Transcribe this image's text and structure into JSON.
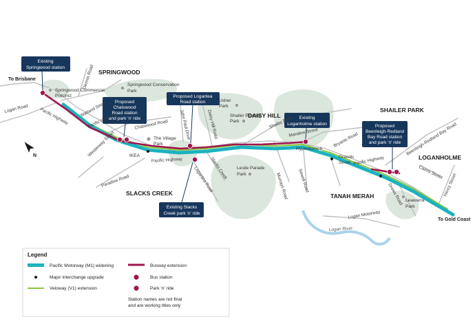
{
  "colors": {
    "motorway": "#1bb3bf",
    "busway": "#a0154f",
    "veloway": "#8cc63f",
    "callout_fill": "#17365c",
    "green_area": "#dbe6dc",
    "river": "#a9d3ea",
    "road": "#bdbdbd"
  },
  "direction_labels": {
    "to_brisbane": "To Brisbane",
    "to_gold_coast": "To Gold Coast"
  },
  "north_arrow": {
    "label": "N",
    "icon": "north-arrow-icon"
  },
  "area_labels": {
    "springwood": "SPRINGWOOD",
    "daisy_hill": "DAISY HILL",
    "shailer_park": "SHAILER PARK",
    "loganholme": "LOGANHOLME",
    "slacks_creek": "SLACKS CREEK",
    "tanah_merah": "TANAH MERAH"
  },
  "callouts": {
    "springwood_station": [
      "Existing",
      "Springwood station"
    ],
    "chatswood": [
      "Proposed",
      "Chatswood",
      "Road station",
      "and park 'n' ride"
    ],
    "loganlea": [
      "Proposed Loganlea",
      "Road station"
    ],
    "loganholme": [
      "Existing",
      "Loganholme station"
    ],
    "beenleigh": [
      "Proposed",
      "Beenleigh-Redland",
      "Bay Road station",
      "and park 'n' ride"
    ],
    "slacks_creek": [
      "Existing Slacks",
      "Creek park 'n' ride"
    ]
  },
  "road_labels": {
    "dennis_road": "Dennis Road",
    "logan_road": "Logan Road",
    "pacific_highway_1": "Pacific Highway",
    "watland_street": "Watland Street",
    "pacific_highway_2": "Pacific Highway",
    "chatswood_road": "Chatswood Road",
    "john_paul_drive": "John Paul Drive",
    "daisy_hill_road": "Daisy Hill Road",
    "shailer_road": "Shailer Road",
    "mandew_street": "Mandew Street",
    "bryants_road": "Bryants Road",
    "beenleigh_redland_bay_road": "Beenleigh-Redland Bay Road",
    "westerway_street": "Westerway Street",
    "pacific_highway_3": "Pacific Highway",
    "paradise_road": "Paradise Road",
    "slacks_creek_road": "Slacks Creek",
    "loganlea_road": "Loganlea Road",
    "murrays_road": "Murrays Road",
    "sewell_road": "Sewell Road",
    "grandis_street": [
      "Grandis",
      "Street"
    ],
    "pacific_highway_4": "Pacific Highway",
    "cairns_street": "Cairns Street",
    "henry_street": "Henry Street",
    "drews_road": "Drews Road",
    "logan_motorway": "Logan Motorway"
  },
  "poi_labels": {
    "springwood_commercial": [
      "Springwood Commercial",
      "Precinct"
    ],
    "springwood_conservation": [
      "Springwood Conservation",
      "Park"
    ],
    "usher_park": [
      "Usher",
      "Park"
    ],
    "shailer_pioneer_park": [
      "Shailer Pioneer",
      "Park"
    ],
    "the_village_park": [
      "The Village",
      "Park"
    ],
    "ikea": "IKEA",
    "hyperdome": "Hyperdome",
    "leslie_parade_park": [
      "Leslie Parade",
      "Park"
    ],
    "leawarra_park": [
      "Leawarra",
      "Park"
    ],
    "logan_river": "Logan River"
  },
  "legend": {
    "title": "Legend",
    "items": [
      {
        "label": "Pacific Motorway (M1) widening",
        "symbol": "motorway-line"
      },
      {
        "label": "Major interchange upgrade",
        "symbol": "black-dot"
      },
      {
        "label": "Veloway (V1) extension",
        "symbol": "veloway-line"
      },
      {
        "label": "Busway extension",
        "symbol": "busway-line"
      },
      {
        "label": "Bus station",
        "symbol": "bus-station-icon"
      },
      {
        "label": "Park 'n' ride",
        "symbol": "park-n-ride-icon"
      }
    ],
    "note": [
      "Station names are not final",
      "and are working titles only"
    ]
  }
}
